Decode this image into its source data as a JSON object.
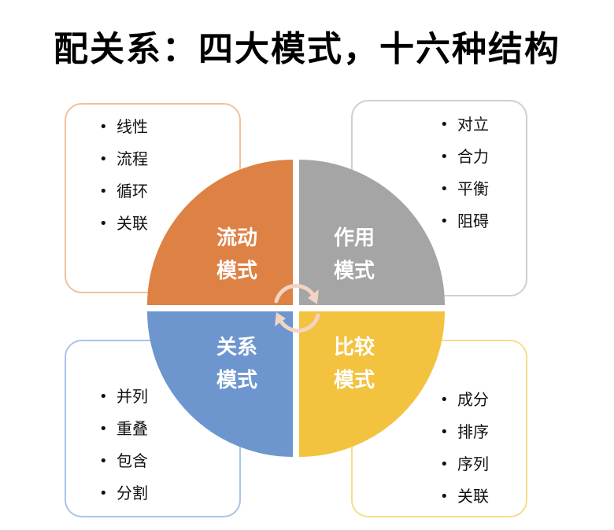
{
  "title": "配关系：四大模式，十六种结构",
  "quadrants": {
    "tl": {
      "line1": "流动",
      "line2": "模式",
      "items": [
        "线性",
        "流程",
        "循环",
        "关联"
      ],
      "color": "#de8144"
    },
    "tr": {
      "line1": "作用",
      "line2": "模式",
      "items": [
        "对立",
        "合力",
        "平衡",
        "阻碍"
      ],
      "color": "#a5a5a5"
    },
    "bl": {
      "line1": "关系",
      "line2": "模式",
      "items": [
        "并列",
        "重叠",
        "包含",
        "分割"
      ],
      "color": "#6d96cf"
    },
    "br": {
      "line1": "比较",
      "line2": "模式",
      "items": [
        "成分",
        "排序",
        "序列",
        "关联"
      ],
      "color": "#f3c23f"
    }
  }
}
